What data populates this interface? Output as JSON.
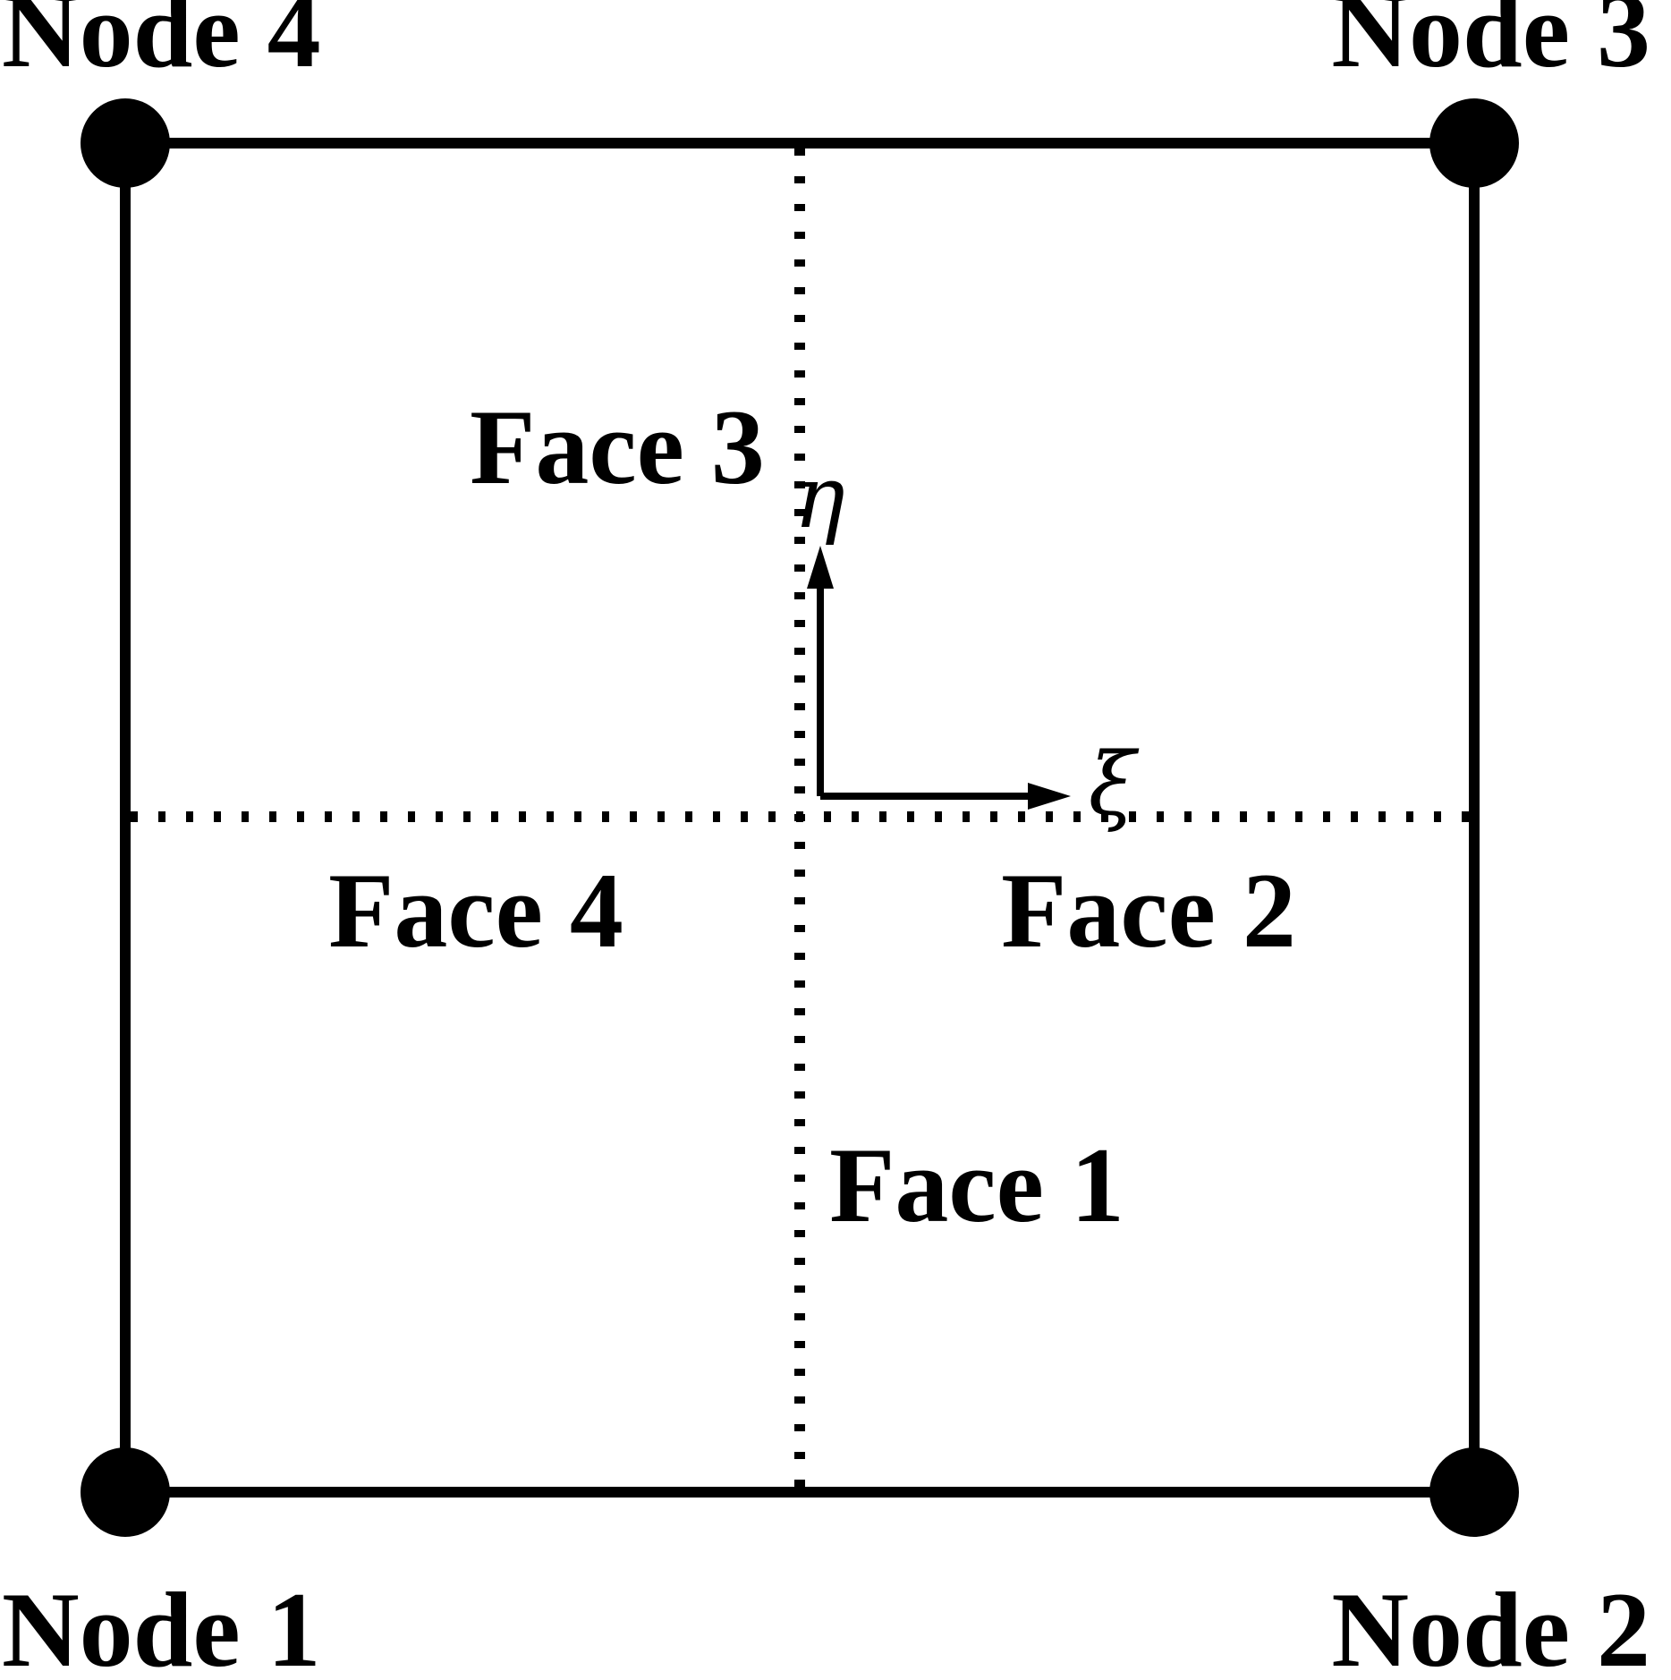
{
  "figure": {
    "colors": {
      "ink": "#000000",
      "background": "#ffffff"
    },
    "nodes": {
      "node1": "Node 1",
      "node2": "Node 2",
      "node3": "Node 3",
      "node4": "Node 4"
    },
    "faces": {
      "face1": "Face 1",
      "face2": "Face 2",
      "face3": "Face 3",
      "face4": "Face 4"
    },
    "axes": {
      "xi_label": "ξ",
      "eta_label": "η"
    }
  }
}
